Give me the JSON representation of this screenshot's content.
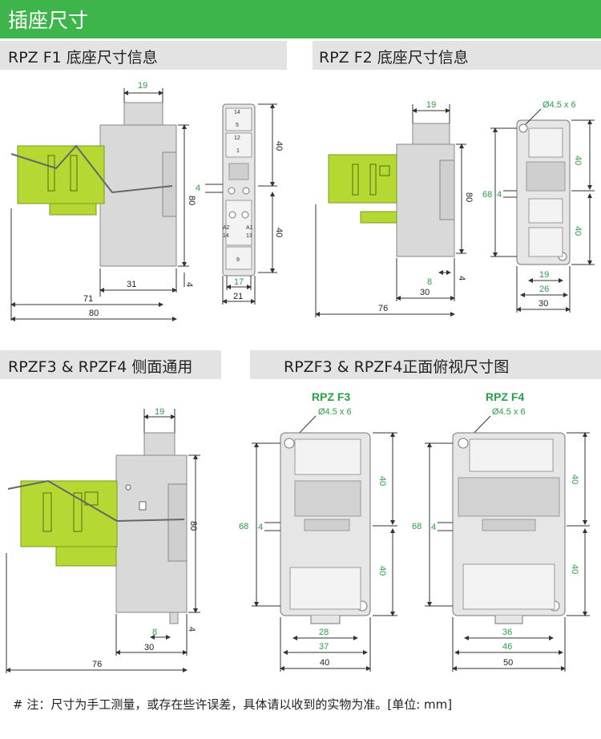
{
  "header": {
    "title": "插座尺寸"
  },
  "sections": {
    "f1": "RPZ F1  底座尺寸信息",
    "f2": "RPZ F2  底座尺寸信息",
    "f34_side": "RPZF3 & RPZF4 侧面通用",
    "f34_front": "RPZF3 & RPZF4正面俯视尺寸图"
  },
  "f1": {
    "side": {
      "top": "19",
      "h80": "80",
      "h4": "4",
      "w31": "31",
      "w71": "71",
      "w80": "80"
    },
    "front": {
      "h40a": "40",
      "h40b": "40",
      "h4": "4",
      "w17": "17",
      "w21": "21",
      "t14": "14",
      "t5": "5",
      "t12": "12",
      "t1": "1",
      "ta2": "A2",
      "ta1": "A1",
      "t14b": "14",
      "t13": "13",
      "t9": "9"
    }
  },
  "f2": {
    "side": {
      "top": "19",
      "h80": "80",
      "w8": "8",
      "h4": "4",
      "w30": "30",
      "w76": "76"
    },
    "front": {
      "hole": "Ø4.5 x 6",
      "h68": "68",
      "h4": "4",
      "h40a": "40",
      "h40b": "40",
      "w19": "19",
      "w26": "26",
      "w30": "30"
    }
  },
  "f34side": {
    "top": "19",
    "h80": "80",
    "w8": "8",
    "h4": "4",
    "w30": "30",
    "w76": "76"
  },
  "f3": {
    "label": "RPZ F3",
    "hole": "Ø4.5 x 6",
    "h68": "68",
    "h4": "4",
    "h40a": "40",
    "h40b": "40",
    "w28": "28",
    "w37": "37",
    "w40": "40"
  },
  "f4": {
    "label": "RPZ F4",
    "hole": "Ø4.5 x 6",
    "h68": "68",
    "h4": "4",
    "h40a": "40",
    "h40b": "40",
    "w36": "36",
    "w46": "46",
    "w50": "50"
  },
  "note": "# 注：尺寸为手工测量，或存在些许误差，具体请以收到的实物为准。[单位: mm]",
  "colors": {
    "header": "#3eb54a",
    "section_bg": "#e3e3e3",
    "relay_green": "#b5d932",
    "base_gray": "#d9d9d9",
    "dim_green": "#2aa046"
  }
}
